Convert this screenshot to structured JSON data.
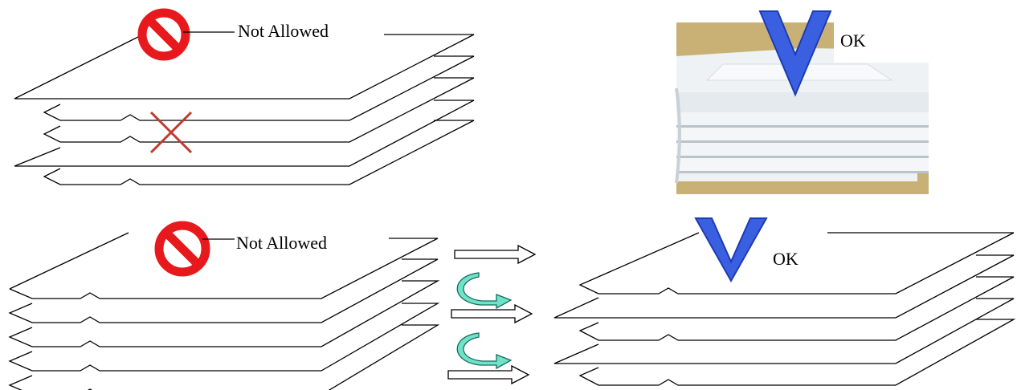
{
  "labels": {
    "top_left_status": "Not Allowed",
    "top_right_status": "OK",
    "bottom_left_status": "Not Allowed",
    "bottom_right_status": "OK"
  },
  "colors": {
    "prohibit_red": "#e8191d",
    "cross_red": "#c0392b",
    "check_blue": "#3a5fe0",
    "check_blue_dark": "#1d3cb3",
    "rotate_arrow_fill": "#6fe3c9",
    "rotate_arrow_stroke": "#1a6b5c",
    "photo_background": "#c9b176",
    "tray_white": "#f2f5f7"
  },
  "icons": {
    "prohibit": "prohibited-sign-icon",
    "check": "check-mark-icon",
    "cross": "x-mark-icon",
    "rotate": "rotate-arrow-icon",
    "arrow": "right-arrow-icon"
  }
}
